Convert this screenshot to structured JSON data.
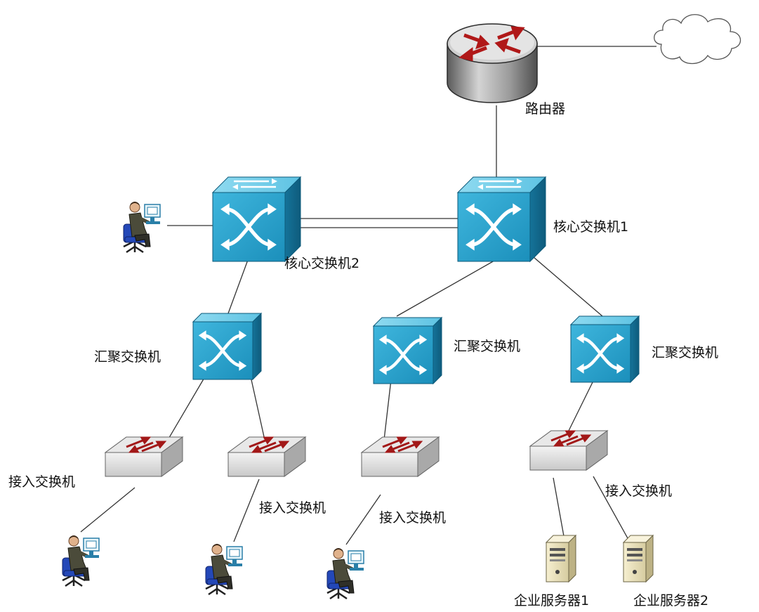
{
  "diagram": {
    "nodes": {
      "router": {
        "label": "路由器",
        "icon": "router-icon"
      },
      "internet": {
        "icon": "cloud-icon"
      },
      "core1": {
        "label": "核心交换机1",
        "icon": "core-switch-icon"
      },
      "core2": {
        "label": "核心交换机2",
        "icon": "core-switch-icon"
      },
      "agg1": {
        "label": "汇聚交换机",
        "icon": "switch-icon"
      },
      "agg2": {
        "label": "汇聚交换机",
        "icon": "switch-icon"
      },
      "agg3": {
        "label": "汇聚交换机",
        "icon": "switch-icon"
      },
      "acc1": {
        "label": "接入交换机",
        "icon": "access-switch-icon"
      },
      "acc2": {
        "label": "接入交换机",
        "icon": "access-switch-icon"
      },
      "acc3": {
        "label": "接入交换机",
        "icon": "access-switch-icon"
      },
      "acc4": {
        "label": "接入交换机",
        "icon": "access-switch-icon"
      },
      "server1": {
        "label": "企业服务器1",
        "icon": "server-icon"
      },
      "server2": {
        "label": "企业服务器2",
        "icon": "server-icon"
      },
      "user_core2": {
        "icon": "user-workstation-icon"
      },
      "user_acc1": {
        "icon": "user-workstation-icon"
      },
      "user_acc2": {
        "icon": "user-workstation-icon"
      },
      "user_acc3": {
        "icon": "user-workstation-icon"
      }
    },
    "links": [
      [
        "router",
        "internet"
      ],
      [
        "router",
        "core1"
      ],
      [
        "core1",
        "core2"
      ],
      [
        "core1",
        "core2"
      ],
      [
        "core2",
        "user_core2"
      ],
      [
        "core2",
        "agg1"
      ],
      [
        "core1",
        "agg2"
      ],
      [
        "core1",
        "agg3"
      ],
      [
        "agg1",
        "acc1"
      ],
      [
        "agg1",
        "acc2"
      ],
      [
        "agg2",
        "acc3"
      ],
      [
        "agg3",
        "acc4"
      ],
      [
        "acc1",
        "user_acc1"
      ],
      [
        "acc2",
        "user_acc2"
      ],
      [
        "acc3",
        "user_acc3"
      ],
      [
        "acc4",
        "server1"
      ],
      [
        "acc4",
        "server2"
      ]
    ],
    "colors": {
      "switch_front": "#2aa3cc",
      "switch_top": "#7cd0ea",
      "switch_side": "#1679a0",
      "access_switch": "#e6e6e6",
      "arrow_red": "#a21818",
      "router_body": "#9a9a9a",
      "link": "#333333"
    }
  }
}
